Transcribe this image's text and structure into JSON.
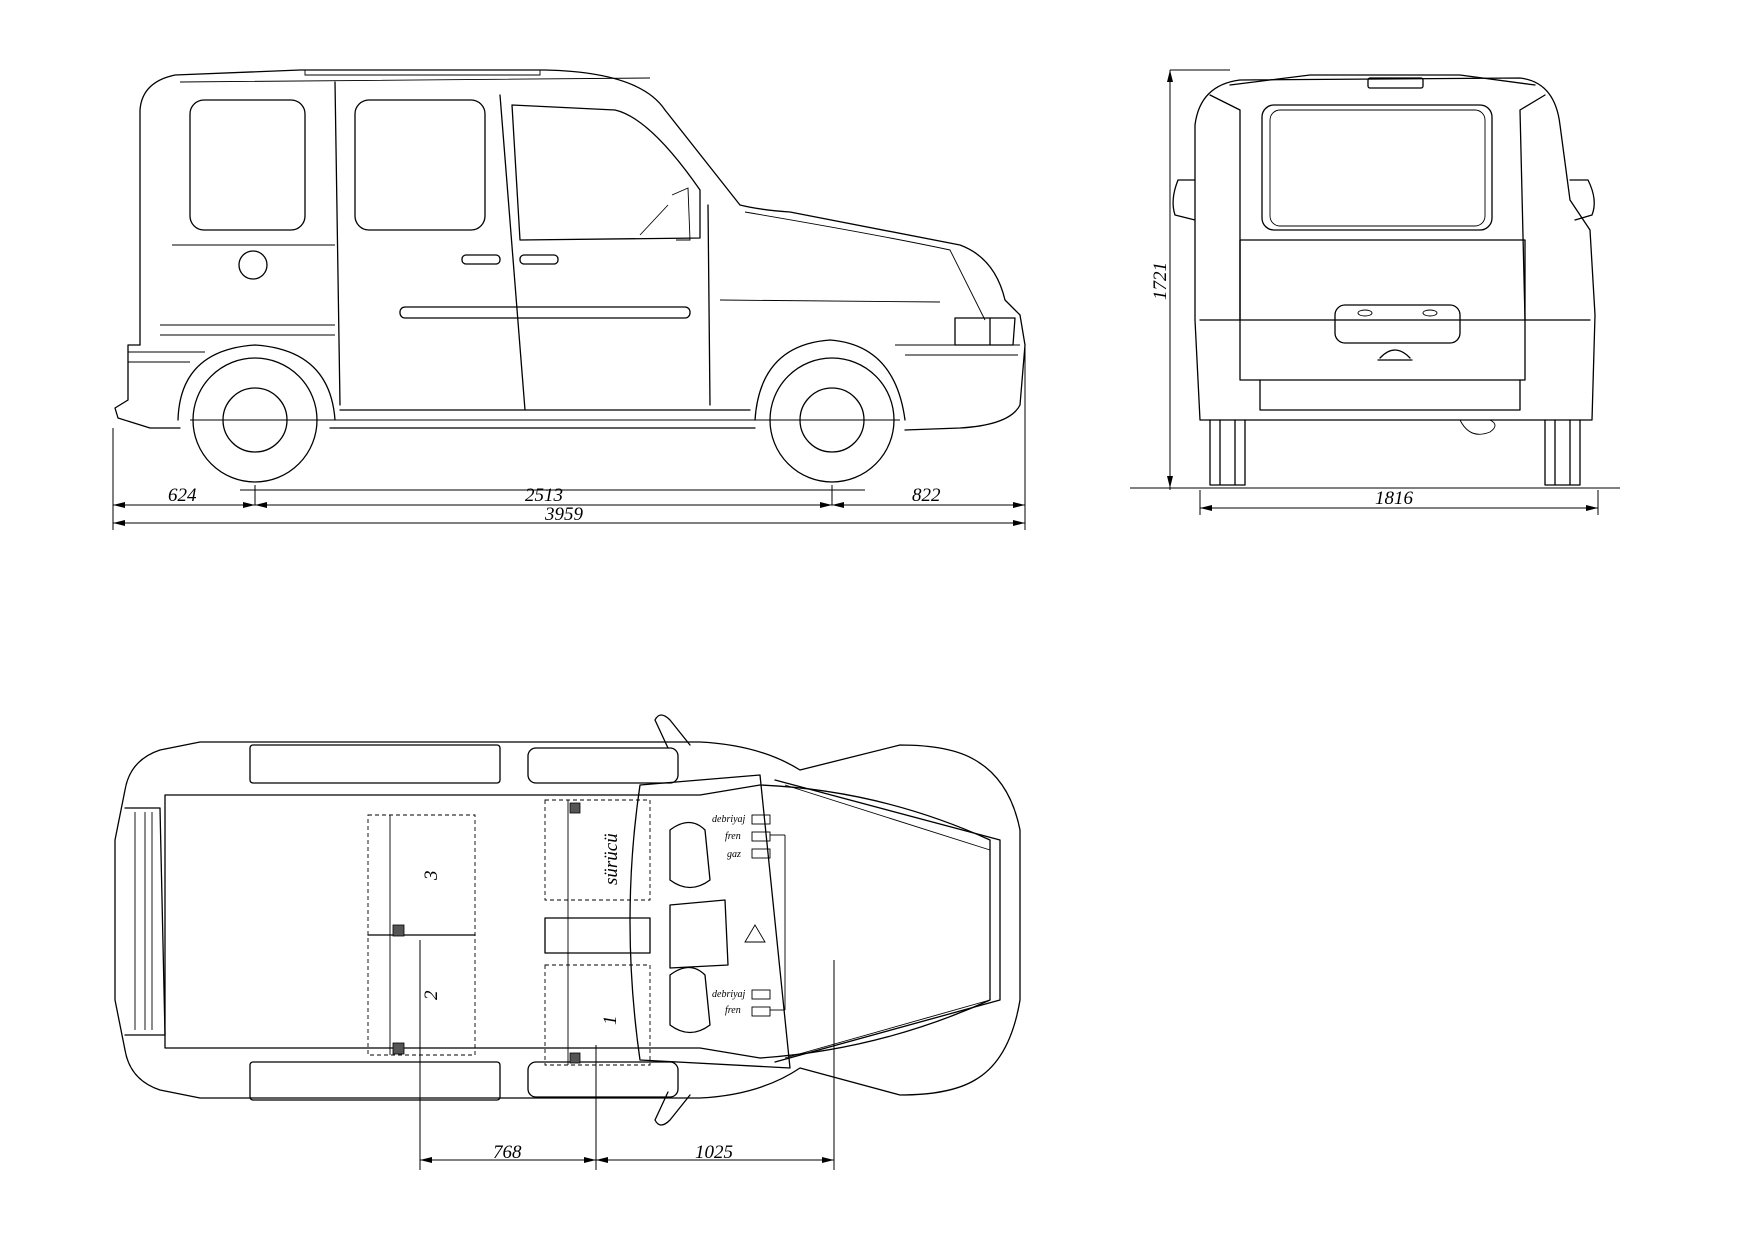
{
  "dimensions": {
    "front_overhang": "624",
    "wheelbase": "2513",
    "rear_overhang": "822",
    "overall_length": "3959",
    "height": "1721",
    "width": "1816",
    "seat_spacing_rear": "768",
    "seat_spacing_front": "1025"
  },
  "seats": {
    "seat_1": "1",
    "seat_2": "2",
    "seat_3": "3",
    "driver": "sürücü"
  },
  "pedals": {
    "clutch": "debriyaj",
    "brake": "fren",
    "gas": "gaz",
    "clutch_passenger": "debriyaj",
    "brake_passenger": "fren"
  }
}
